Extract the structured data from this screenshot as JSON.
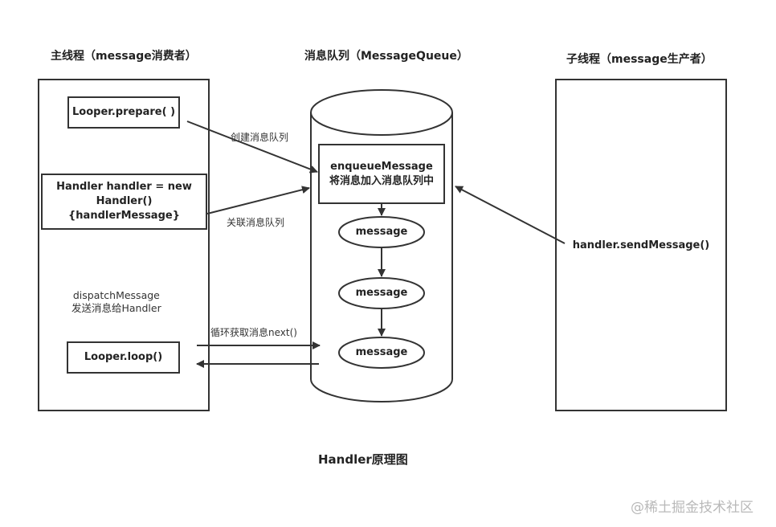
{
  "titles": {
    "main_thread": "主线程（message消费者）",
    "queue": "消息队列（MessageQueue）",
    "sub_thread": "子线程（message生产者）"
  },
  "main_thread": {
    "looper_prepare": "Looper.prepare( )",
    "handler_create": "Handler handler = new Handler() {handlerMessage}",
    "dispatch": "dispatchMessage\n发送消息给Handler",
    "looper_loop": "Looper.loop()"
  },
  "queue": {
    "enqueue": "enqueueMessage\n将消息加入消息队列中",
    "messages": [
      "message",
      "message",
      "message"
    ]
  },
  "sub_thread": {
    "send": "handler.sendMessage()"
  },
  "edges": {
    "create_queue": "创建消息队列",
    "associate_queue": "关联消息队列",
    "loop_next": "循环获取消息next()"
  },
  "diagram_title": "Handler原理图",
  "watermark": "@稀土掘金技术社区",
  "colors": {
    "line": "#333333",
    "background": "#ffffff",
    "watermark": "#b9b9b9"
  }
}
